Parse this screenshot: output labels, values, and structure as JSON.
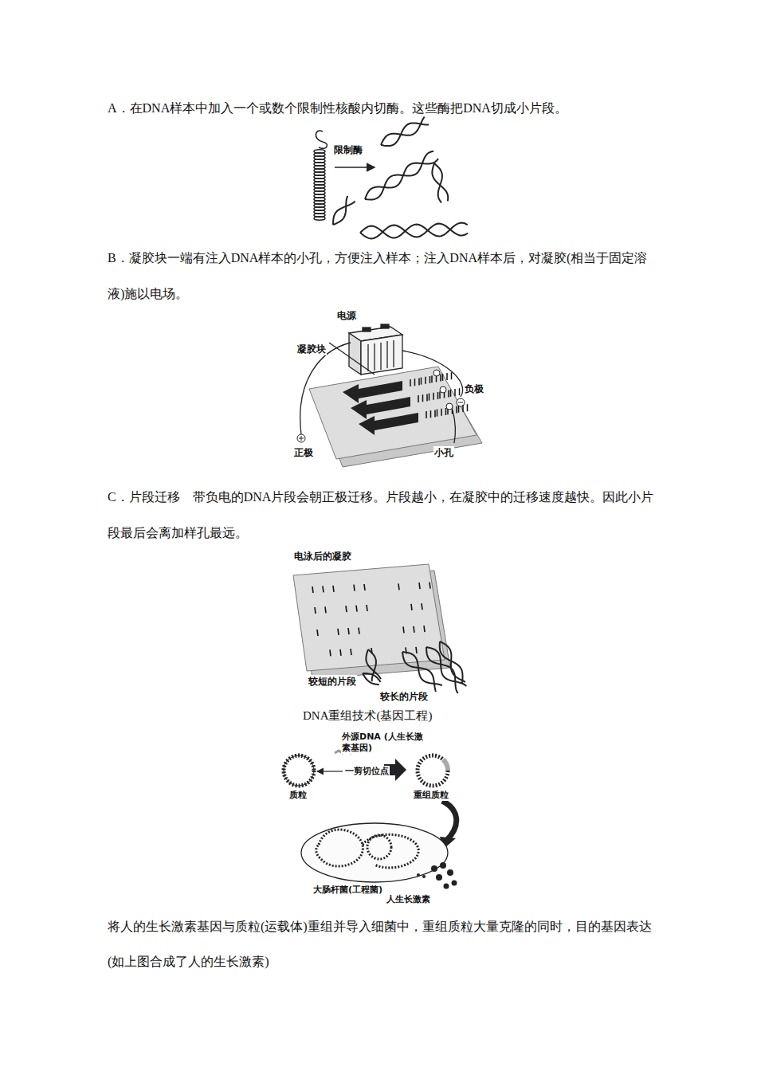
{
  "diagram": {
    "labels": [
      "A．在DNA样本中加入一个或数个限制性核酸内切酶。这些酶把DNA切成小片段。",
      "限制酶",
      "B．凝胶块一端有注入DNA样本的小孔，方便注入样本；注入DNA样本后，对凝胶(相当于固定溶液)施以电场。",
      "电源",
      "凝胶块",
      "负极",
      "正极",
      "小孔",
      "C．片段迁移　带负电的DNA片段会朝正极迁移。片段越小，在凝胶中的迁移速度越快。因此小片段最后会离加样孔最远。",
      "电泳后的凝胶",
      "较短的片段",
      "较长的片段",
      "DNA重组技术(基因工程)",
      "外源DNA (人生长激素基因)",
      "一剪切位点",
      "质粒",
      "重组质粒",
      "大肠杆菌(工程菌)",
      "人生长激素",
      "将人的生长激素基因与质粒(运载体)重组并导入细菌中，重组质粒大量克隆的同时，目的基因表达(如上图合成了人的生长激素)"
    ]
  }
}
